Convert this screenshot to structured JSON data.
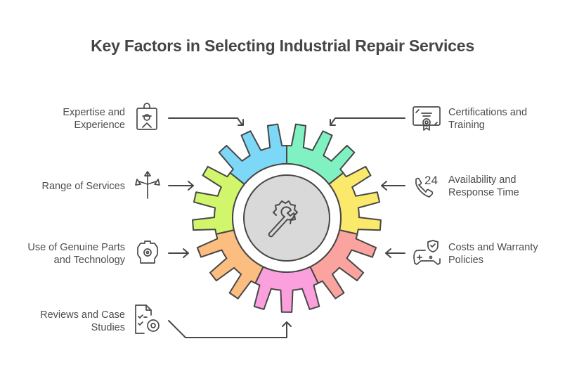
{
  "title": "Key Factors in Selecting Industrial Repair Services",
  "center": {
    "icon": "wrench-gear-icon",
    "fill": "#d9d9d9"
  },
  "factors": [
    {
      "id": "expertise",
      "label": "Expertise and Experience",
      "line1": "Expertise and",
      "line2": "Experience",
      "icon": "worker-badge-icon",
      "color": "#7dd8f7",
      "side": "left"
    },
    {
      "id": "certifications",
      "label": "Certifications and Training",
      "line1": "Certifications and",
      "line2": "Training",
      "icon": "certificate-icon",
      "color": "#80f2c1",
      "side": "right"
    },
    {
      "id": "availability",
      "label": "Availability and Response Time",
      "line1": "Availability and",
      "line2": "Response Time",
      "icon": "phone-24-icon",
      "color": "#fbe96b",
      "side": "right"
    },
    {
      "id": "costs",
      "label": "Costs and Warranty Policies",
      "line1": "Costs and Warranty",
      "line2": "Policies",
      "icon": "shield-gamepad-icon",
      "color": "#fba49f",
      "side": "right"
    },
    {
      "id": "reviews",
      "label": "Reviews and Case Studies",
      "line1": "Reviews and Case",
      "line2": "Studies",
      "icon": "checklist-gear-icon",
      "color": "#fb9fdd",
      "side": "left"
    },
    {
      "id": "genuine-parts",
      "label": "Use of Genuine Parts and Technology",
      "line1": "Use of Genuine Parts",
      "line2": "and Technology",
      "icon": "machine-part-icon",
      "color": "#fbbd80",
      "side": "left"
    },
    {
      "id": "range",
      "label": "Range of Services",
      "line1": "Range of Services",
      "line2": "",
      "icon": "split-arrows-icon",
      "color": "#d1f56b",
      "side": "left"
    }
  ]
}
